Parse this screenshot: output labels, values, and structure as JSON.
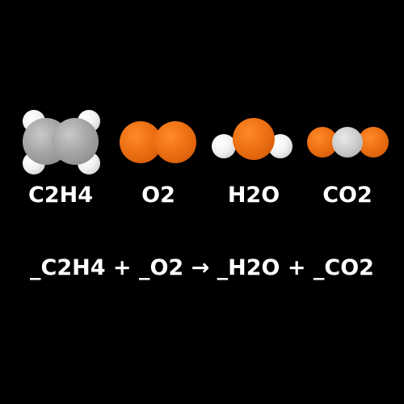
{
  "molecules": [
    {
      "formula": "C2H4",
      "icon": "ethylene-molecule-icon"
    },
    {
      "formula": "O2",
      "icon": "oxygen-molecule-icon"
    },
    {
      "formula": "H2O",
      "icon": "water-molecule-icon"
    },
    {
      "formula": "CO2",
      "icon": "carbon-dioxide-molecule-icon"
    }
  ],
  "equation": "_C2H4 + _O2 → _H2O + _CO2",
  "colors": {
    "background": "#000000",
    "oxygen": "#f07315",
    "carbon": "#9a9a9a",
    "hydrogen": "#f2f2f2",
    "text": "#ffffff"
  }
}
